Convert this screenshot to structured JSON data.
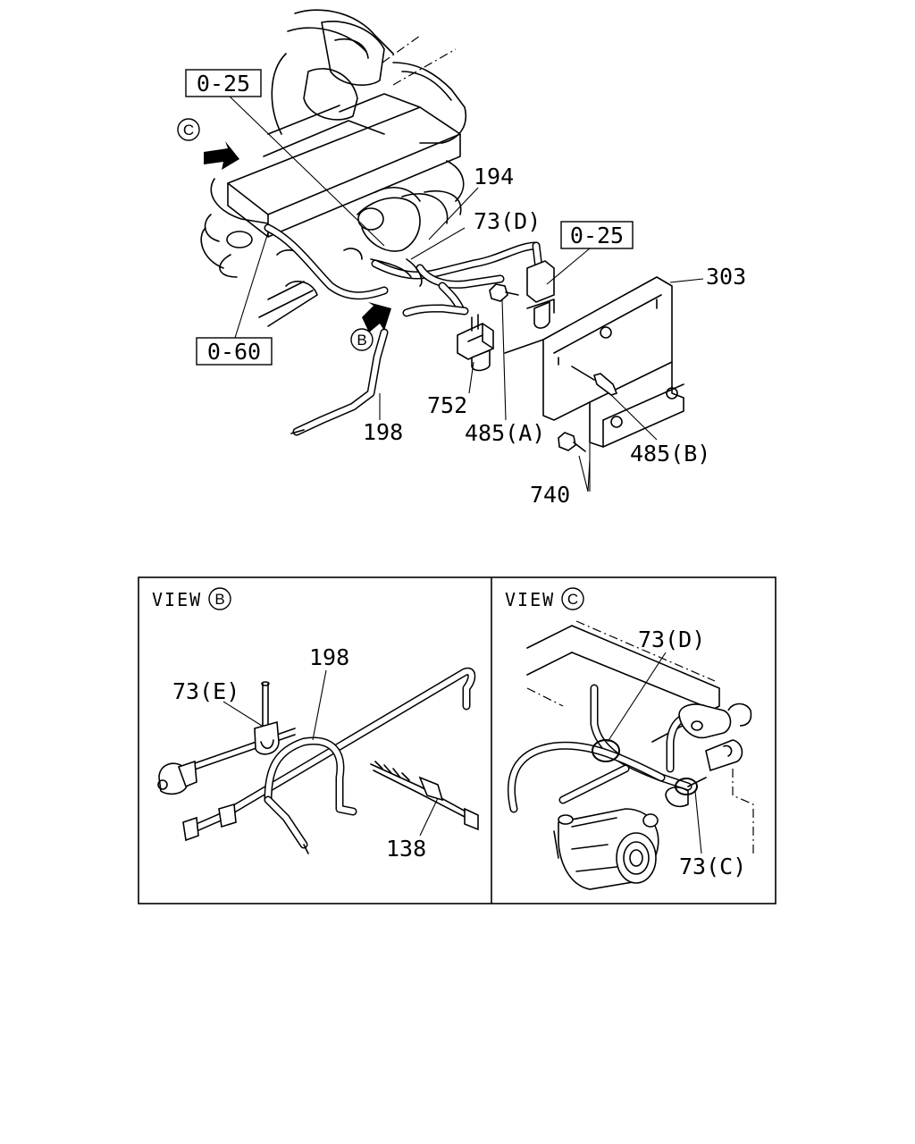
{
  "diagram": {
    "labels": {
      "ref_025_top": "0-25",
      "ref_025_right": "0-25",
      "ref_060": "0-60",
      "p194": "194",
      "p73d_top": "73(D)",
      "p303": "303",
      "p752": "752",
      "p198_top": "198",
      "p485a": "485(A)",
      "p485b": "485(B)",
      "p740": "740",
      "marker_c": "C",
      "marker_b": "B"
    },
    "view_b": {
      "title": "VIEW",
      "marker": "B",
      "p198": "198",
      "p73e": "73(E)",
      "p138": "138"
    },
    "view_c": {
      "title": "VIEW",
      "marker": "C",
      "p73d": "73(D)",
      "p73c": "73(C)"
    }
  }
}
